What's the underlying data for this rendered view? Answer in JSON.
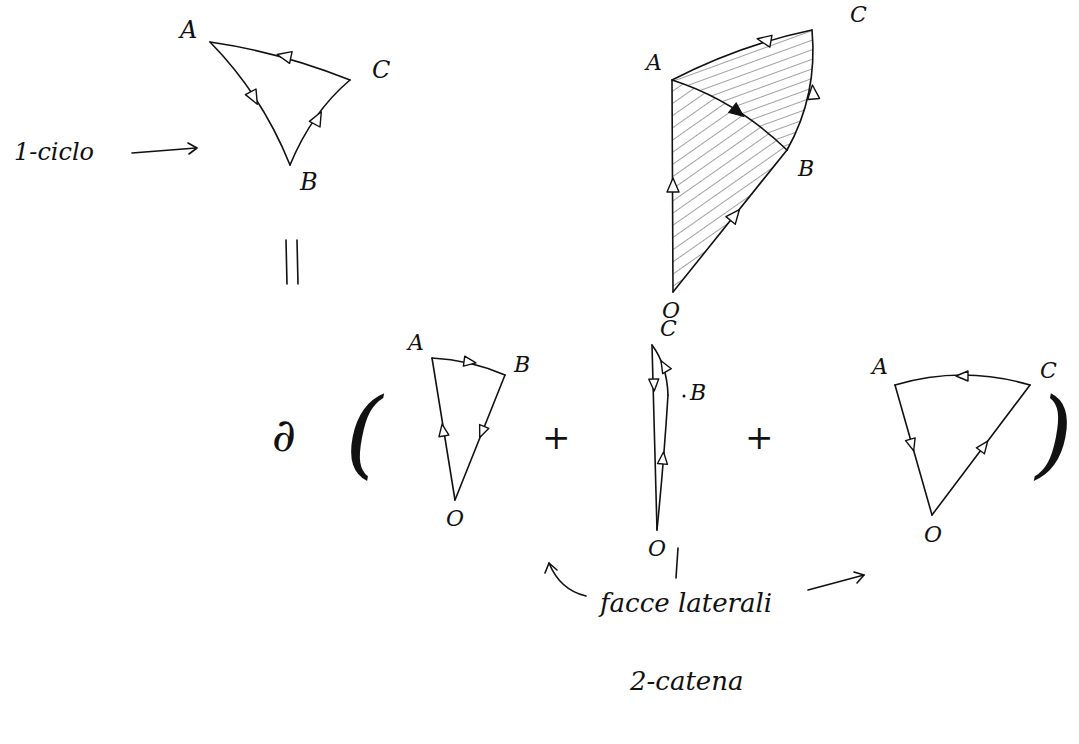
{
  "diagram": {
    "labels": [
      "A",
      "C",
      "1-ciclo",
      "B",
      "A",
      "C",
      "B",
      "O",
      "∂",
      "(",
      "A",
      "B",
      "O",
      "+",
      "C",
      "B",
      "O",
      "+",
      "A",
      "C",
      "O",
      ")",
      "facce laterali",
      "2-catena"
    ]
  }
}
